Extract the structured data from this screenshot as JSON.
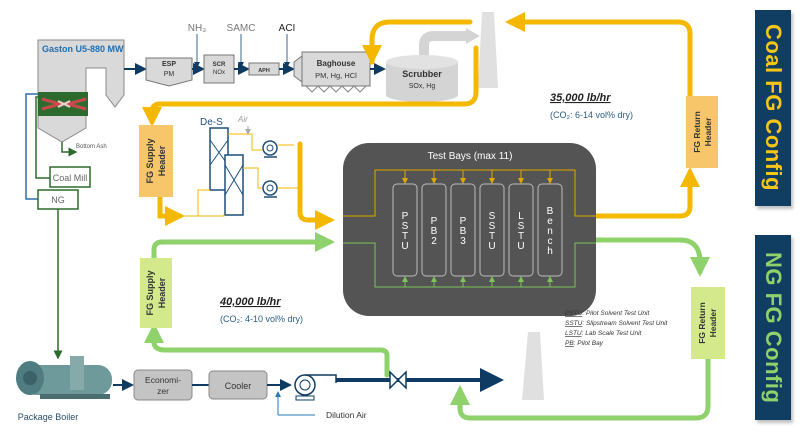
{
  "plant": {
    "title": "Gaston U5-880 MW",
    "bottom_ash": "Bottom Ash",
    "coal_mill": "Coal Mill",
    "ng": "NG"
  },
  "reagents": {
    "nh3": "NH₃",
    "samc": "SAMC",
    "aci": "ACI"
  },
  "equipment": {
    "esp": {
      "title": "ESP",
      "sub": "PM"
    },
    "scr": {
      "title": "SCR",
      "sub": "NOx"
    },
    "aph": {
      "title": "APH"
    },
    "baghouse": {
      "title": "Baghouse",
      "sub": "PM, Hg, HCl"
    },
    "scrubber": {
      "title": "Scrubber",
      "sub": "SOx, Hg"
    },
    "des": "De-S",
    "air": "Air",
    "economizer_1": "Economi-",
    "economizer_2": "zer",
    "cooler": "Cooler",
    "dilution_air": "Dilution Air",
    "package_boiler": "Package Boiler"
  },
  "headers": {
    "coal_supply_1": "FG Supply",
    "coal_supply_2": "Header",
    "coal_return_1": "FG Return",
    "coal_return_2": "Header",
    "ng_supply_1": "FG Supply",
    "ng_supply_2": "Header",
    "ng_return_1": "FG Return",
    "ng_return_2": "Header"
  },
  "coal_flow": {
    "rate": "35,000 lb/hr",
    "co2": "(CO₂: 6-14 vol% dry)"
  },
  "ng_flow": {
    "rate": "40,000 lb/hr",
    "co2": "(CO₂: 4-10 vol% dry)"
  },
  "test_bays": {
    "title": "Test Bays (max 11)",
    "bays": [
      {
        "label": "PSTU",
        "letters": [
          "P",
          "S",
          "T",
          "U"
        ]
      },
      {
        "label": "PB2",
        "letters": [
          "P",
          "B",
          "2"
        ]
      },
      {
        "label": "PB3",
        "letters": [
          "P",
          "B",
          "3"
        ]
      },
      {
        "label": "SSTU",
        "letters": [
          "S",
          "S",
          "T",
          "U"
        ]
      },
      {
        "label": "LSTU",
        "letters": [
          "L",
          "S",
          "T",
          "U"
        ]
      },
      {
        "label": "Bench",
        "letters": [
          "B",
          "e",
          "n",
          "c",
          "h"
        ]
      }
    ]
  },
  "legend": [
    {
      "abbr": "PSTU",
      "desc": ": Pilot Solvent Test Unit"
    },
    {
      "abbr": "SSTU",
      "desc": ": Slipstream Solvent Test Unit"
    },
    {
      "abbr": "LSTU",
      "desc": ": Lab Scale Test Unit"
    },
    {
      "abbr": "PB",
      "desc": ": Pilot Bay"
    }
  ],
  "config_labels": {
    "coal": "Coal  FG Config",
    "ng": "NG  FG Config"
  },
  "colors": {
    "coal": "#f5b800",
    "coal_header": "#f7c66a",
    "ng": "#8fd16a",
    "ng_header": "#d3e98b",
    "navy": "#0f3b62",
    "panel": "#103d62",
    "test_bay": "#545454",
    "equipment": "#d9d9d9"
  }
}
